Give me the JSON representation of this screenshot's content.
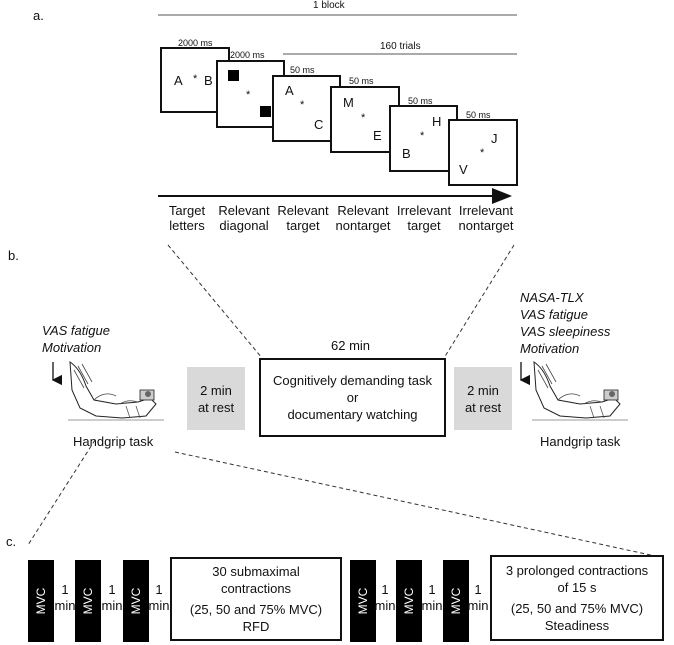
{
  "panel_labels": {
    "a": "a.",
    "b": "b.",
    "c": "c."
  },
  "panel_a": {
    "block_label": "1 block",
    "trials_label": "160 trials",
    "stimuli": [
      {
        "duration": "2000 ms",
        "letters": [
          "A",
          "B"
        ],
        "caption_line1": "Target",
        "caption_line2": "letters"
      },
      {
        "duration": "2000 ms",
        "letters": [],
        "caption_line1": "Relevant",
        "caption_line2": "diagonal"
      },
      {
        "duration": "50 ms",
        "letters": [
          "A",
          "C"
        ],
        "caption_line1": "Relevant",
        "caption_line2": "target"
      },
      {
        "duration": "50 ms",
        "letters": [
          "M",
          "E"
        ],
        "caption_line1": "Relevant",
        "caption_line2": "nontarget"
      },
      {
        "duration": "50 ms",
        "letters": [
          "H",
          "B"
        ],
        "caption_line1": "Irrelevant",
        "caption_line2": "target"
      },
      {
        "duration": "50 ms",
        "letters": [
          "J",
          "V"
        ],
        "caption_line1": "Irrelevant",
        "caption_line2": "nontarget"
      }
    ],
    "fixation": "*"
  },
  "panel_b": {
    "pre_measures": [
      "VAS fatigue",
      "Motivation"
    ],
    "post_measures": [
      "NASA-TLX",
      "VAS fatigue",
      "VAS sleepiness",
      "Motivation"
    ],
    "rest_line1": "2 min",
    "rest_line2": "at rest",
    "task_duration": "62 min",
    "task_line1": "Cognitively demanding task",
    "task_line2": "or",
    "task_line3": "documentary watching",
    "handgrip_label": "Handgrip task",
    "handgrip_icon": "hand-dynamometer-icon"
  },
  "panel_c": {
    "mvc_label": "MVC",
    "pause_line1": "1",
    "pause_line2": "min",
    "submax_line1": "30 submaximal",
    "submax_line2": "contractions",
    "submax_line3": "(25, 50 and 75% MVC)",
    "submax_line4": "RFD",
    "prolonged_line1": "3 prolonged contractions",
    "prolonged_line2": "of 15 s",
    "prolonged_line3": "(25, 50 and 75% MVC)",
    "prolonged_line4": "Steadiness"
  }
}
